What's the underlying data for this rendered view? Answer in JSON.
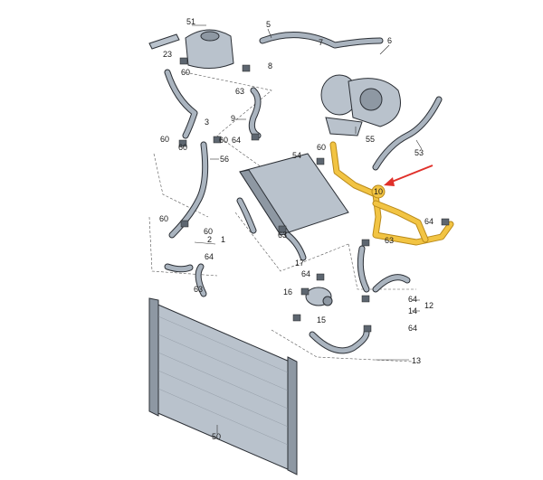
{
  "diagram": {
    "labels": {
      "l51": "51",
      "l23": "23",
      "l60a": "60",
      "l5": "5",
      "l7": "7",
      "l8": "8",
      "l63a": "63",
      "l55": "55",
      "l6": "6",
      "l9": "9",
      "l3": "3",
      "l60b": "60",
      "l60c": "60",
      "l64a": "64",
      "l60d": "60",
      "l53": "53",
      "l56": "56",
      "l54": "54",
      "l60e": "60",
      "l10": "10",
      "l64b": "64",
      "l60f": "60",
      "l60g": "60",
      "l2": "2",
      "l1": "1",
      "l63b": "63",
      "l63c": "63",
      "l64c": "64",
      "l63d": "63",
      "l17": "17",
      "l64d": "64",
      "l16": "16",
      "l15": "15",
      "l64e": "64",
      "l14": "14",
      "l12": "12",
      "l64f": "64",
      "l13": "13",
      "l50": "50"
    },
    "highlight_color": "#f2c443",
    "arrow_color": "#e0302a"
  }
}
